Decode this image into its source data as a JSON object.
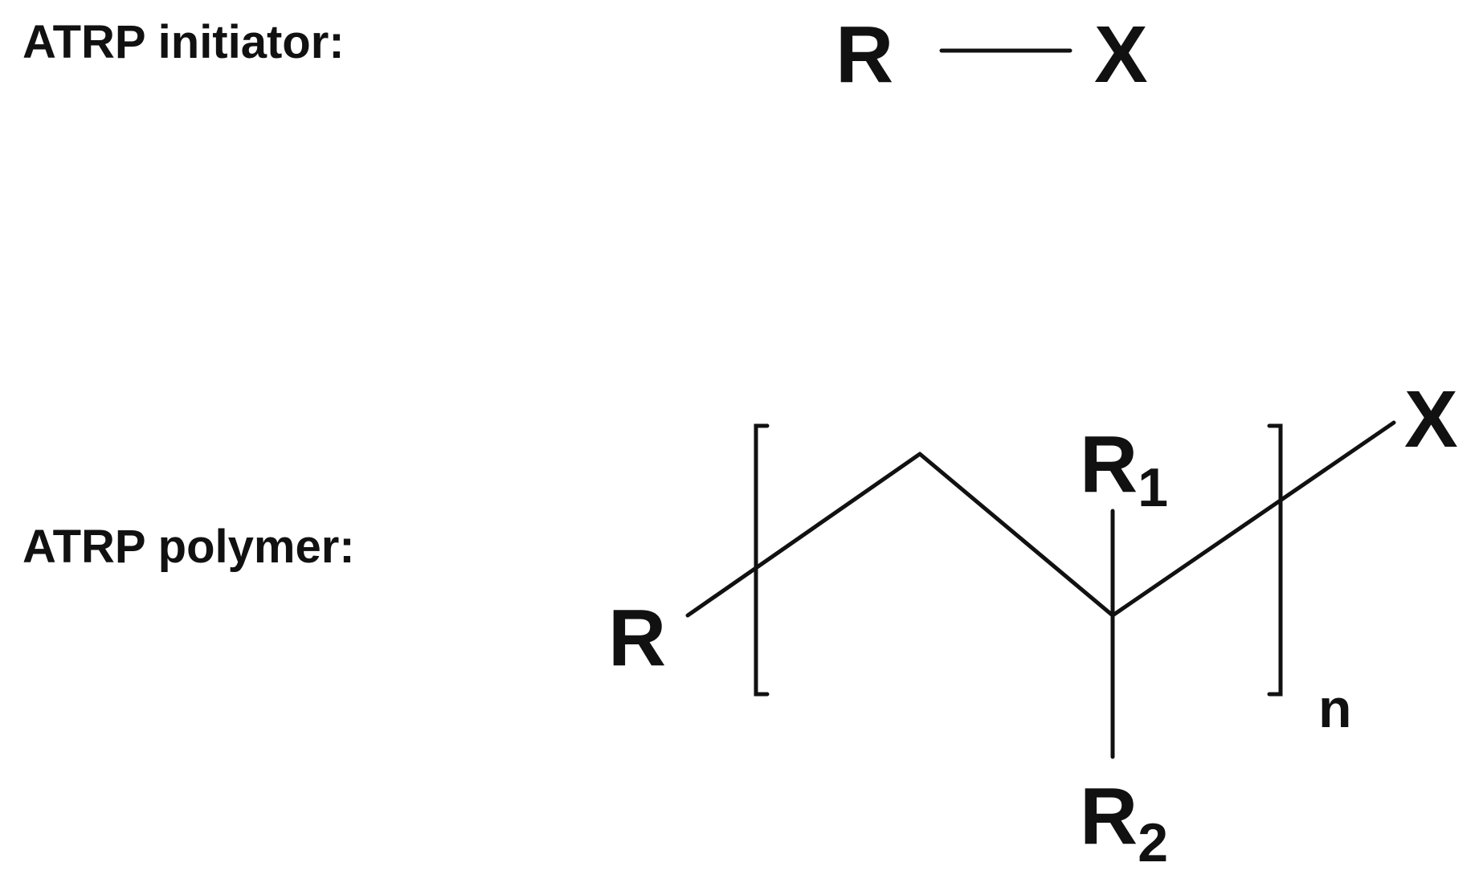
{
  "sections": {
    "initiator_label": "ATRP initiator:",
    "polymer_label": "ATRP polymer:"
  },
  "initiator": {
    "left_atom": "R",
    "right_atom": "X"
  },
  "polymer": {
    "start_group": "R",
    "end_group": "X",
    "substituent_1_letter": "R",
    "substituent_1_index": "1",
    "substituent_2_letter": "R",
    "substituent_2_index": "2",
    "repeat_subscript": "n"
  }
}
